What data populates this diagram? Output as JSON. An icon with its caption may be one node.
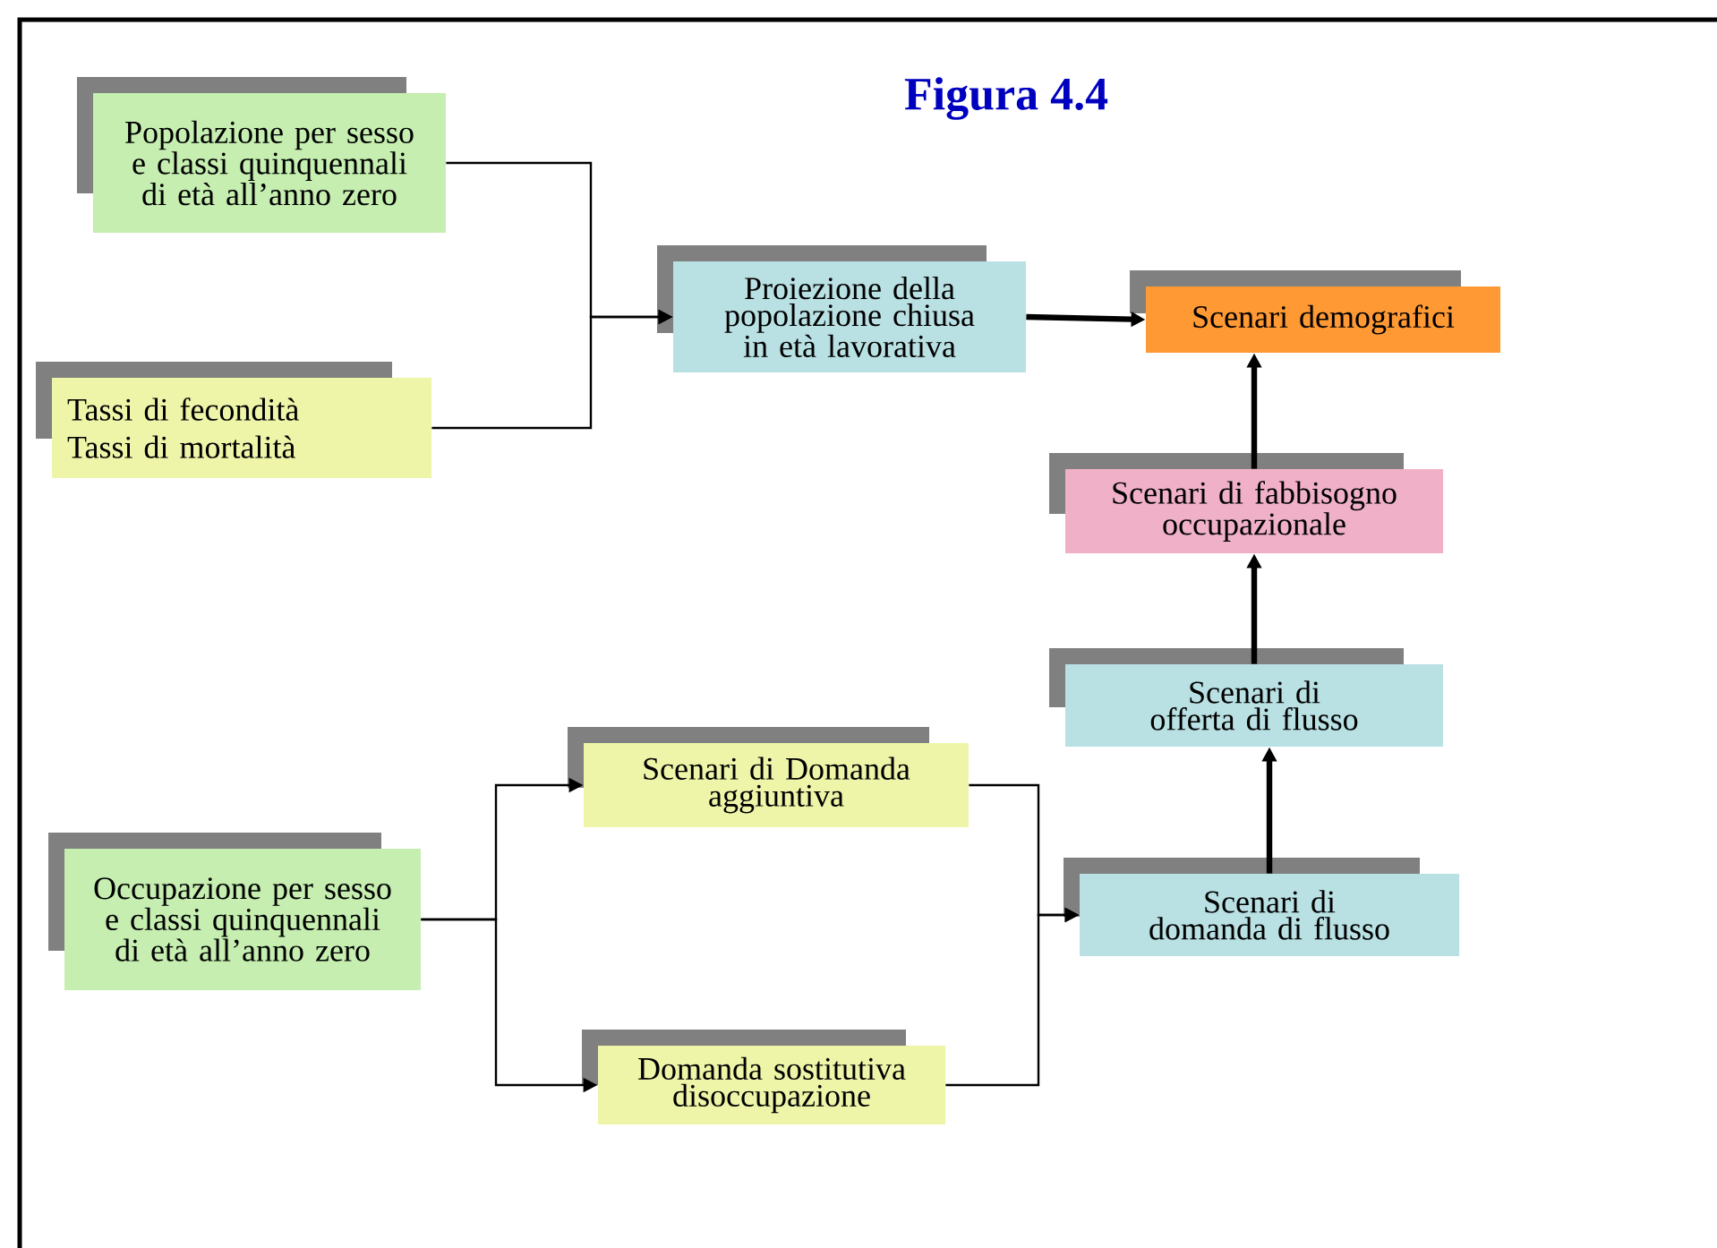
{
  "diagram": {
    "title": "Figura 4.4",
    "nodes": [
      {
        "text": [
          "Popolazione per sesso e classi quinquennali di età all’anno zero"
        ]
      },
      {
        "text": [
          "Tassi di fecondità",
          "Tassi di mortalità"
        ]
      },
      {
        "text": [
          "Proiezione della popolazione chiusa in età lavorativa"
        ]
      },
      {
        "text": [
          "Scenari demografici"
        ]
      },
      {
        "text": [
          "Scenari di fabbisogno occupazionale"
        ]
      },
      {
        "text": [
          "Scenari di offerta di flusso"
        ]
      },
      {
        "text": [
          "Scenari di domanda di flusso"
        ]
      },
      {
        "text": [
          "Occupazione per sesso e classi quinquennali di età all’anno zero"
        ]
      },
      {
        "text": [
          "Scenari di Domanda aggiuntiva"
        ]
      },
      {
        "text": [
          "Domanda sostitutiva disoccupazione"
        ]
      }
    ],
    "edges": [
      {
        "from": 0,
        "to": 2,
        "arrow": "to"
      },
      {
        "from": 1,
        "to": 2,
        "arrow": "to"
      },
      {
        "from": 2,
        "to": 3,
        "arrow": "to",
        "style": "thick"
      },
      {
        "from": 4,
        "to": 3,
        "arrow": "to",
        "style": "thick"
      },
      {
        "from": 5,
        "to": 4,
        "arrow": "to",
        "style": "thick"
      },
      {
        "from": 6,
        "to": 5,
        "arrow": "to",
        "style": "thick"
      },
      {
        "from": 7,
        "to": 8,
        "arrow": "to"
      },
      {
        "from": 7,
        "to": 9,
        "arrow": "to"
      },
      {
        "from": 8,
        "to": 6,
        "arrow": "to"
      },
      {
        "from": 9,
        "to": 6,
        "arrow": "to"
      }
    ]
  }
}
